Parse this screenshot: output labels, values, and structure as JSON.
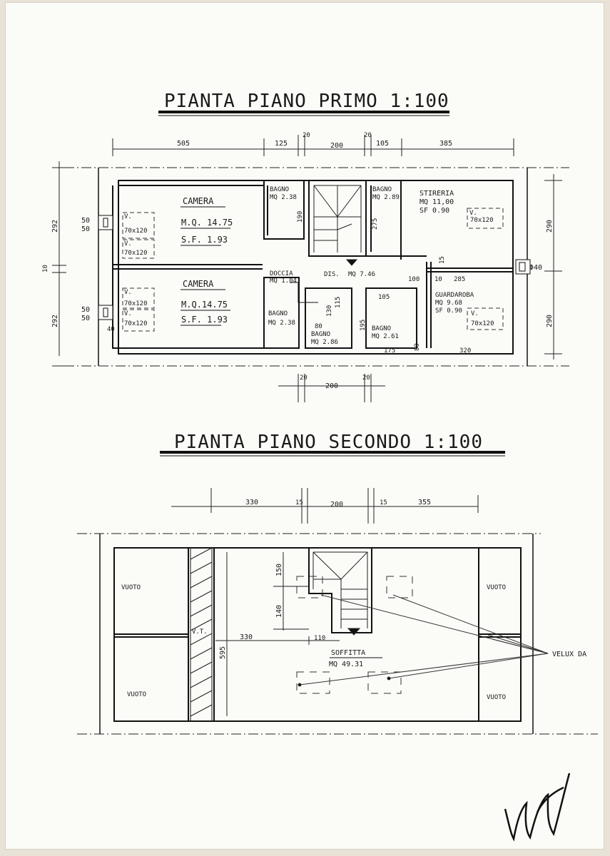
{
  "titles": {
    "first_floor": "PIANTA PIANO PRIMO 1:100",
    "second_floor": "PIANTA PIANO SECONDO 1:100"
  },
  "first_floor": {
    "top_dims": [
      "505",
      "125",
      "20",
      "200",
      "20",
      "105",
      "385"
    ],
    "bottom_dims": [
      "20",
      "200",
      "20"
    ],
    "left_dims": [
      "292",
      "10",
      "292"
    ],
    "right_dims": [
      "290",
      "290"
    ],
    "window_dims": [
      "50",
      "50",
      "50",
      "50"
    ],
    "room_top_left": {
      "name": "CAMERA",
      "mq": "M.Q. 14.75",
      "sf": "S.F. 1.93"
    },
    "room_bottom_left": {
      "name": "CAMERA",
      "mq": "M.Q.14.75",
      "sf": "S.F. 1.93"
    },
    "windows": [
      "70x120",
      "70x120",
      "70x120",
      "70x120",
      "70x120",
      "70x120"
    ],
    "window_marks": [
      "V.",
      "V.",
      "V.",
      "V.",
      "V.",
      "V."
    ],
    "bagno_1": {
      "name": "BAGNO",
      "mq": "MQ 2.38",
      "dim": "190"
    },
    "bagno_2": {
      "name": "BAGNO",
      "mq": "MQ 2.89",
      "dim": "275"
    },
    "stireria": {
      "name": "STIRERIA",
      "mq": "MQ 11,00",
      "sf": "SF 0.90"
    },
    "doccia": {
      "name": "DOCCIA",
      "mq": "MQ 1.04"
    },
    "dis": {
      "name": "DIS.",
      "mq": "MQ 7.46"
    },
    "guardaroba": {
      "name": "GUARDAROBA",
      "mq": "MQ 9.68",
      "sf": "SF 0.90"
    },
    "bagno_3": {
      "name": "BAGNO",
      "mq": "MQ 2.38"
    },
    "bagno_4": {
      "name": "BAGNO",
      "mq": "MQ 2.86"
    },
    "bagno_5": {
      "name": "BAGNO",
      "mq": "MQ 2.61"
    },
    "inner_dims": [
      "40",
      "80",
      "130",
      "115",
      "195",
      "105",
      "100",
      "15",
      "10",
      "285",
      "175",
      "80",
      "320"
    ],
    "pipe": "Φ40"
  },
  "second_floor": {
    "top_dims": [
      "330",
      "15",
      "200",
      "15",
      "355"
    ],
    "vuoto_labels": [
      "VUOTO",
      "VUOTO",
      "VUOTO",
      "VUOTO"
    ],
    "vt": "V.T.",
    "soffitta": {
      "name": "SOFFITTA",
      "mq": "MQ 49.31"
    },
    "inner_dims": [
      "150",
      "140",
      "330",
      "110",
      "595"
    ],
    "velux": "VELUX DA"
  }
}
